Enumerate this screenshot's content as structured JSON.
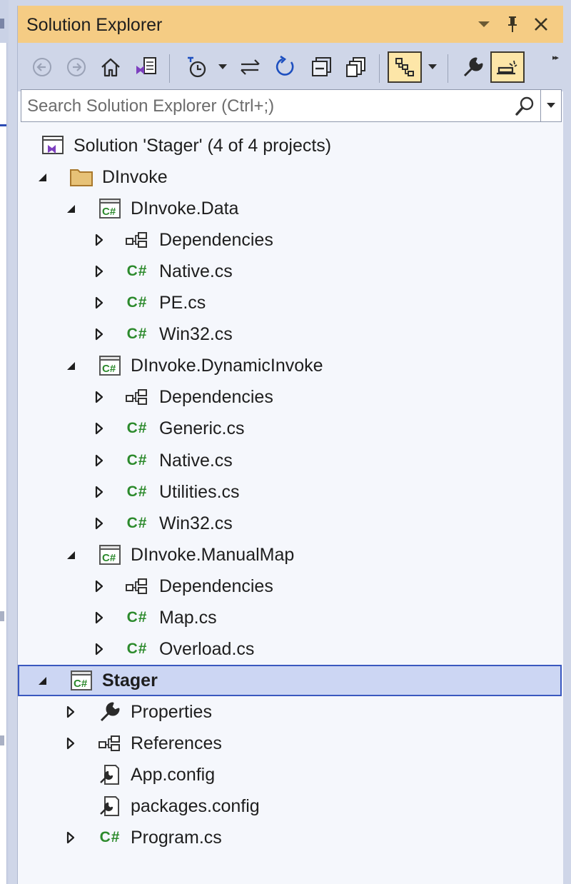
{
  "panel": {
    "title": "Solution Explorer",
    "title_buttons": [
      "window-position-dropdown",
      "pin-icon",
      "close-icon"
    ]
  },
  "toolbar": {
    "buttons": [
      {
        "name": "back",
        "icon": "back-arrow-icon"
      },
      {
        "name": "forward",
        "icon": "forward-arrow-icon"
      },
      {
        "name": "home",
        "icon": "home-icon"
      },
      {
        "name": "switch-views",
        "icon": "switch-views-icon"
      },
      {
        "name": "pending-changes-filter",
        "icon": "clock-icon"
      },
      {
        "name": "sync-with-active-document",
        "icon": "sync-icon"
      },
      {
        "name": "refresh",
        "icon": "refresh-icon"
      },
      {
        "name": "collapse-all",
        "icon": "collapse-all-icon"
      },
      {
        "name": "show-all-files",
        "icon": "show-all-files-icon"
      },
      {
        "name": "view-class-diagram",
        "icon": "class-diagram-icon",
        "active": true
      },
      {
        "name": "properties",
        "icon": "wrench-icon"
      },
      {
        "name": "preview-selected-items",
        "icon": "preview-icon",
        "active": true
      }
    ]
  },
  "search": {
    "placeholder": "Search Solution Explorer (Ctrl+;)",
    "value": ""
  },
  "tree": [
    {
      "label": "Solution 'Stager' (4 of 4 projects)",
      "icon": "solution",
      "level": 0,
      "arrow": "none"
    },
    {
      "label": "DInvoke",
      "icon": "folder",
      "level": 1,
      "arrow": "expanded"
    },
    {
      "label": "DInvoke.Data",
      "icon": "csproj",
      "level": 2,
      "arrow": "expanded"
    },
    {
      "label": "Dependencies",
      "icon": "dependencies",
      "level": 3,
      "arrow": "collapsed"
    },
    {
      "label": "Native.cs",
      "icon": "csfile",
      "level": 3,
      "arrow": "collapsed"
    },
    {
      "label": "PE.cs",
      "icon": "csfile",
      "level": 3,
      "arrow": "collapsed"
    },
    {
      "label": "Win32.cs",
      "icon": "csfile",
      "level": 3,
      "arrow": "collapsed"
    },
    {
      "label": "DInvoke.DynamicInvoke",
      "icon": "csproj",
      "level": 2,
      "arrow": "expanded"
    },
    {
      "label": "Dependencies",
      "icon": "dependencies",
      "level": 3,
      "arrow": "collapsed"
    },
    {
      "label": "Generic.cs",
      "icon": "csfile",
      "level": 3,
      "arrow": "collapsed"
    },
    {
      "label": "Native.cs",
      "icon": "csfile",
      "level": 3,
      "arrow": "collapsed"
    },
    {
      "label": "Utilities.cs",
      "icon": "csfile",
      "level": 3,
      "arrow": "collapsed"
    },
    {
      "label": "Win32.cs",
      "icon": "csfile",
      "level": 3,
      "arrow": "collapsed"
    },
    {
      "label": "DInvoke.ManualMap",
      "icon": "csproj",
      "level": 2,
      "arrow": "expanded"
    },
    {
      "label": "Dependencies",
      "icon": "dependencies",
      "level": 3,
      "arrow": "collapsed"
    },
    {
      "label": "Map.cs",
      "icon": "csfile",
      "level": 3,
      "arrow": "collapsed"
    },
    {
      "label": "Overload.cs",
      "icon": "csfile",
      "level": 3,
      "arrow": "collapsed"
    },
    {
      "label": "Stager",
      "icon": "csproj",
      "level": 1,
      "arrow": "expanded",
      "selected": true,
      "bold": true
    },
    {
      "label": "Properties",
      "icon": "wrench",
      "level": 2,
      "arrow": "collapsed"
    },
    {
      "label": "References",
      "icon": "dependencies",
      "level": 2,
      "arrow": "collapsed"
    },
    {
      "label": "App.config",
      "icon": "config",
      "level": 2,
      "arrow": "none"
    },
    {
      "label": "packages.config",
      "icon": "config",
      "level": 2,
      "arrow": "none"
    },
    {
      "label": "Program.cs",
      "icon": "csfile",
      "level": 2,
      "arrow": "collapsed"
    }
  ],
  "colors": {
    "title_bar": "#f5cc84",
    "toolbar": "#cfd6e8",
    "tree_background": "#f5f7fc",
    "selection": "#ccd6f3",
    "selection_border": "#3a58bf",
    "csharp_green": "#2c8a2c",
    "folder": "#d9a441"
  }
}
